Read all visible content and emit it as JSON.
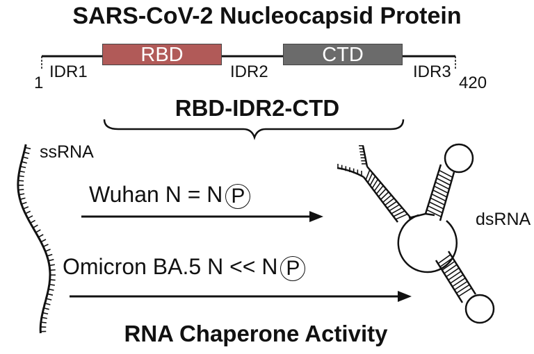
{
  "title": "SARS-CoV-2 Nucleocapsid Protein",
  "domain_map": {
    "start": "1",
    "end": "420",
    "regions": [
      {
        "name": "IDR1",
        "kind": "line"
      },
      {
        "name": "RBD",
        "kind": "box",
        "color": "#b15a58"
      },
      {
        "name": "IDR2",
        "kind": "line"
      },
      {
        "name": "CTD",
        "kind": "box",
        "color": "#6b6b6b"
      },
      {
        "name": "IDR3",
        "kind": "line"
      }
    ]
  },
  "construct_label": "RBD-IDR2-CTD",
  "ssrna_label": "ssRNA",
  "dsrna_label": "dsRNA",
  "reactions": [
    {
      "text": "Wuhan N = N",
      "phospho_symbol": "P"
    },
    {
      "text": "Omicron BA.5 N << N",
      "phospho_symbol": "P"
    }
  ],
  "bottom_label": "RNA Chaperone Activity"
}
